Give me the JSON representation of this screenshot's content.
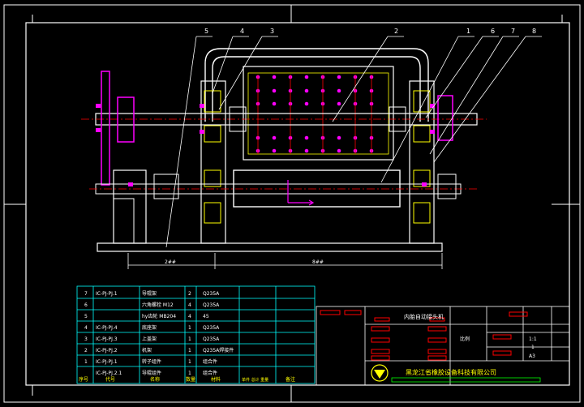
{
  "callouts": [
    "5",
    "4",
    "3",
    "2",
    "1",
    "6",
    "7",
    "8"
  ],
  "dimensions": {
    "left": "2##",
    "right": "8##"
  },
  "bom": {
    "rows": [
      {
        "no": "7",
        "code": "IC-PJ-PJ.1",
        "name": "导辊架",
        "qty": "2",
        "material": "Q235A"
      },
      {
        "no": "6",
        "code": "",
        "name": "六角螺栓 M12",
        "qty": "4",
        "material": "Q235A"
      },
      {
        "no": "5",
        "code": "",
        "name": "hy齿轮 MB204",
        "qty": "4",
        "material": "45"
      },
      {
        "no": "4",
        "code": "IC-PJ-PJ.4",
        "name": "底座架",
        "qty": "1",
        "material": "Q235A"
      },
      {
        "no": "3",
        "code": "IC-PJ-PJ.3",
        "name": "上盖架",
        "qty": "1",
        "material": "Q235A"
      },
      {
        "no": "2",
        "code": "IC-PJ-PJ.2",
        "name": "机架",
        "qty": "1",
        "material": "Q235A焊接件"
      },
      {
        "no": "1",
        "code": "IC-PJ-PJ.1",
        "name": "转子组件",
        "qty": "1",
        "material": "组合件"
      },
      {
        "no": "",
        "code": "IC-PJ-PJ.2.1",
        "name": "导辊组件",
        "qty": "1",
        "material": "组合件"
      }
    ],
    "header": [
      "序号",
      "代号",
      "名称",
      "数量",
      "材料",
      "单件 总计 重量",
      "备注"
    ]
  },
  "title_block": {
    "drawing_title": "内胎自动接头机",
    "scale_label": "比例",
    "scale_values": [
      "1:1",
      "1",
      "A3"
    ],
    "company": "黑龙江省橡胶设备科技有限公司"
  },
  "colors": {
    "frame": "#ffffff",
    "border": "#00ff00",
    "part": "#ff00ff",
    "line": "#ffff00",
    "table": "#00ffff",
    "red": "#ff0000"
  }
}
